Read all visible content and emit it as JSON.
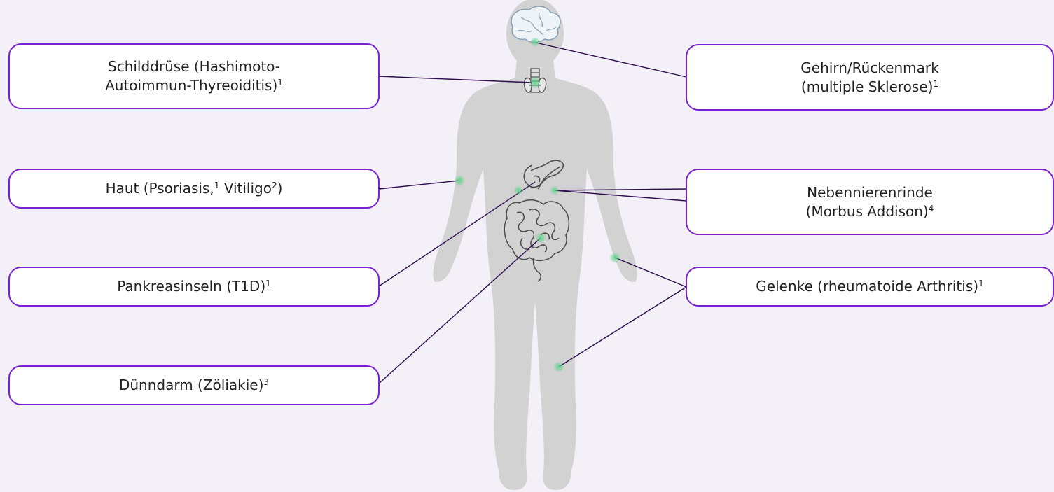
{
  "colors": {
    "background": "#f3f1f7",
    "box_border": "#7a1fd1",
    "connector": "#2e0d4f",
    "silhouette": "#d2d2d2",
    "highlight": "#5fd38a",
    "organ_outline": "#4a4a4a"
  },
  "labels": {
    "thyroid": {
      "line1": "Schilddrüse (Hashimoto-",
      "line2": "Autoimmun-Thyreoiditis)",
      "ref": "1"
    },
    "brain": {
      "line1": "Gehirn/Rückenmark",
      "line2": "(multiple Sklerose)",
      "ref": "1"
    },
    "skin": {
      "text": "Haut (Psoriasis,",
      "ref1": "1",
      "text2": " Vitiligo",
      "ref2": "2",
      "text3": ")"
    },
    "adrenal": {
      "line1": "Nebennierenrinde",
      "line2": "(Morbus Addison)",
      "ref": "4"
    },
    "pancreas": {
      "text": "Pankreasinseln (T1D)",
      "ref": "1"
    },
    "joints": {
      "text": "Gelenke (rheumatoide Arthritis)",
      "ref": "1"
    },
    "intestine": {
      "text": "Dünndarm (Zöliakie)",
      "ref": "3"
    }
  },
  "icons": [
    "body-silhouette",
    "brain-icon",
    "thyroid-icon",
    "pancreas-icon",
    "intestine-icon"
  ]
}
